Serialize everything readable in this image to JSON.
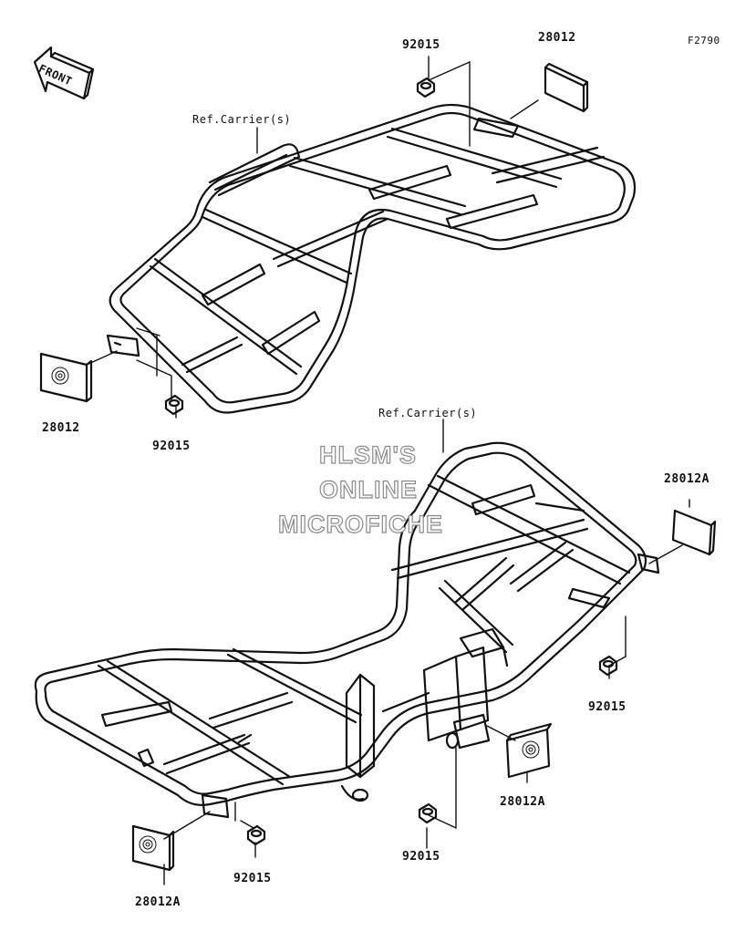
{
  "figure_code": "F2790",
  "front_label": "FRONT",
  "labels": {
    "upper_nut": "92015",
    "upper_reflector_right": "28012",
    "upper_ref_carrier": "Ref.Carrier(s)",
    "upper_reflector_left": "28012",
    "upper_nut_left": "92015",
    "lower_ref_carrier": "Ref.Carrier(s)",
    "lower_reflector_right": "28012A",
    "lower_nut_right": "92015",
    "lower_reflector_center": "28012A",
    "lower_nut_center": "92015",
    "lower_reflector_left": "28012A",
    "lower_nut_left": "92015"
  },
  "watermark": {
    "line1": "HLSM'S",
    "line2": "ONLINE",
    "line3": "MICROFICHE"
  }
}
